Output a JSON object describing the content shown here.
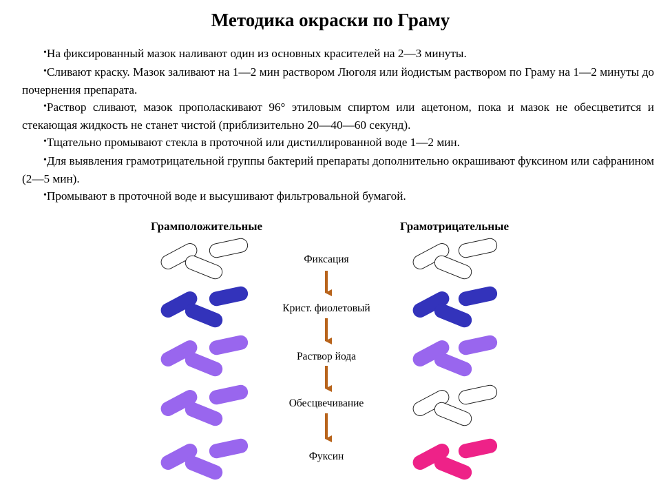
{
  "title": "Методика окраски по Граму",
  "bullets": [
    "На фиксированный мазок наливают один из основных красителей на 2—3 минуты.",
    "Сливают краску. Мазок заливают на 1—2 мин раствором Люголя или йодистым раствором по Граму на 1—2 минуты до почернения препарата.",
    "Раствор сливают, мазок прополаскивают 96° этиловым спиртом или ацетоном, пока и мазок не обесцветится и стекающая жидкость не станет чистой (приблизительно 20—40—60 секунд).",
    "Тщательно промывают стекла в проточной или дистиллированной воде 1—2 мин.",
    "Для выявления грамотрицательной группы бактерий препараты дополнительно окрашивают фуксином или сафранином (2—5 мин).",
    "Промывают в проточной воде и высушивают фильтровальной бумагой."
  ],
  "diagram": {
    "gram_positive_label": "Грамположительные",
    "gram_negative_label": "Грамотрицательные",
    "steps": [
      "Фиксация",
      "Крист. фиолетовый",
      "Раствор йода",
      "Обесцвечивание",
      "Фуксин"
    ]
  },
  "colors": {
    "unstained": "#ffffff",
    "crystal_violet": "#3333bb",
    "iodine_violet": "#9966ee",
    "fuchsin": "#ee2288",
    "arrow": "#b8641c"
  },
  "stain_sequence": {
    "gram_positive": [
      "unstained",
      "crystal_violet",
      "iodine_violet",
      "iodine_violet",
      "iodine_violet"
    ],
    "gram_negative": [
      "unstained",
      "crystal_violet",
      "iodine_violet",
      "unstained",
      "fuchsin"
    ]
  }
}
